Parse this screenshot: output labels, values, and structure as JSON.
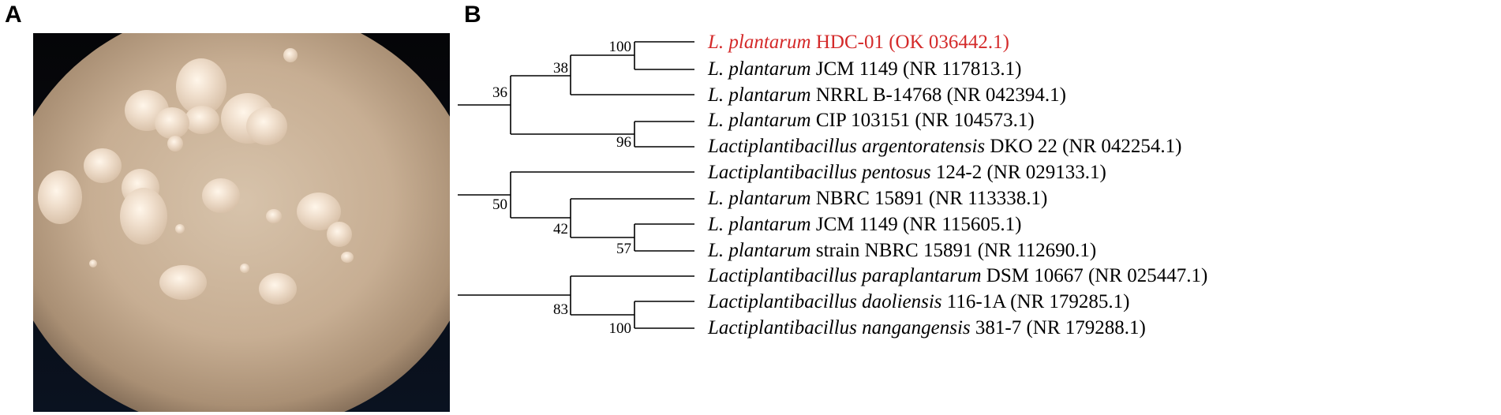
{
  "panels": {
    "a_label": "A",
    "b_label": "B"
  },
  "colors": {
    "highlight": "#d42a2a",
    "branch": "#000000",
    "text": "#000000"
  },
  "tree": {
    "taxa": [
      {
        "id": "t1",
        "genus": "L. plantarum",
        "rest": " HDC-01 (OK 036442.1)",
        "highlight": true
      },
      {
        "id": "t2",
        "genus": "L. plantarum",
        "rest": " JCM 1149 (NR 117813.1)"
      },
      {
        "id": "t3",
        "genus": "L. plantarum",
        "rest": " NRRL B-14768 (NR 042394.1)"
      },
      {
        "id": "t4",
        "genus": "L. plantarum",
        "rest": " CIP 103151 (NR 104573.1)"
      },
      {
        "id": "t5",
        "genus": "Lactiplantibacillus argentoratensis",
        "rest": " DKO 22 (NR 042254.1)"
      },
      {
        "id": "t6",
        "genus": "Lactiplantibacillus pentosus",
        "rest": " 124-2 (NR 029133.1)"
      },
      {
        "id": "t7",
        "genus": "L. plantarum",
        "rest": " NBRC 15891 (NR 113338.1)"
      },
      {
        "id": "t8",
        "genus": "L. plantarum",
        "rest": " JCM 1149 (NR 115605.1)"
      },
      {
        "id": "t9",
        "genus": "L. plantarum",
        "rest": " strain NBRC 15891 (NR 112690.1)"
      },
      {
        "id": "t10",
        "genus": "Lactiplantibacillus paraplantarum",
        "rest": " DSM 10667 (NR 025447.1)"
      },
      {
        "id": "t11",
        "genus": "Lactiplantibacillus daoliensis",
        "rest": " 116-1A (NR 179285.1)"
      },
      {
        "id": "t12",
        "genus": "Lactiplantibacillus nangangensis",
        "rest": " 381-7 (NR 179288.1)"
      }
    ],
    "bootstrap": [
      "100",
      "38",
      "36",
      "96",
      "50",
      "42",
      "57",
      "83",
      "100"
    ]
  }
}
